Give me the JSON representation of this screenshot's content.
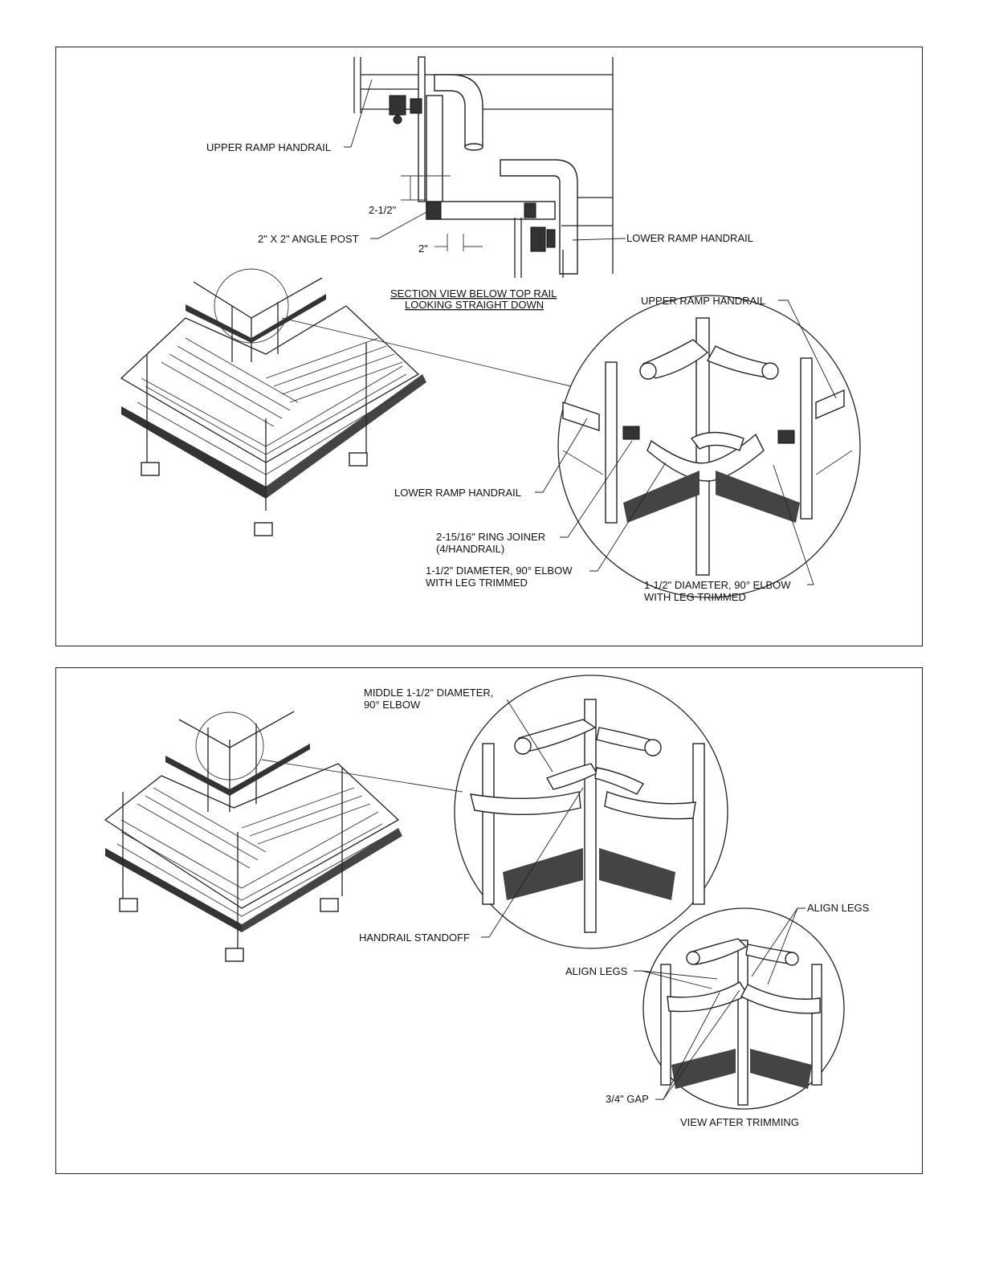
{
  "panel_top": {
    "section": {
      "upper_ramp_handrail": "UPPER RAMP HANDRAIL",
      "dim_vertical": "2-1/2\"",
      "angle_post": "2\" X 2\" ANGLE POST",
      "dim_horizontal": "2\"",
      "lower_ramp_handrail": "LOWER RAMP HANDRAIL",
      "caption_line1": "SECTION VIEW BELOW TOP RAIL",
      "caption_line2": "LOOKING STRAIGHT DOWN"
    },
    "detail": {
      "upper_ramp_handrail": "UPPER RAMP HANDRAIL",
      "lower_ramp_handrail": "LOWER RAMP HANDRAIL",
      "ring_joiner_line1": "2-15/16\" RING JOINER",
      "ring_joiner_line2": "(4/HANDRAIL)",
      "elbow_left_line1": "1-1/2\" DIAMETER, 90° ELBOW",
      "elbow_left_line2": "WITH  LEG TRIMMED",
      "elbow_right_line1": "1-1/2\" DIAMETER, 90° ELBOW",
      "elbow_right_line2": "WITH LEG TRIMMED"
    }
  },
  "panel_bottom": {
    "middle_elbow_line1": "MIDDLE 1-1/2\" DIAMETER,",
    "middle_elbow_line2": "90° ELBOW",
    "handrail_standoff": "HANDRAIL STANDOFF",
    "align_legs_right": "ALIGN LEGS",
    "align_legs_left": "ALIGN LEGS",
    "gap": "3/4\" GAP",
    "view_after_trimming": "VIEW AFTER TRIMMING"
  }
}
